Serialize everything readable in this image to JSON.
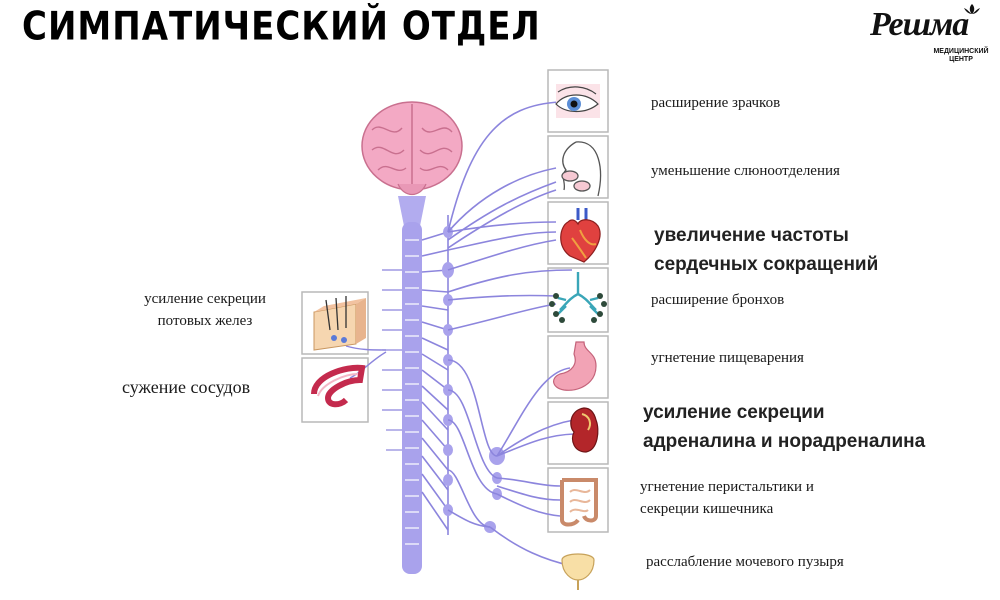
{
  "title": "СИМПАТИЧЕСКИЙ ОТДЕЛ",
  "logo": {
    "name": "Решма",
    "subtitle": "МЕДИЦИНСКИЙ ЦЕНТР"
  },
  "labels": {
    "pupils": "расширение зрачков",
    "saliva": "уменьшение слюноотделения",
    "heart": [
      "увеличение частоты",
      "сердечных сокращений"
    ],
    "bronchi": "расширение бронхов",
    "digestion": "угнетение пищеварения",
    "adrenal": [
      "усиление секреции",
      "адреналина и норадреналина"
    ],
    "intestine": [
      "угнетение перистальтики и",
      "секреции кишечника"
    ],
    "bladder": "расслабление мочевого пузыря",
    "sweat": [
      "усиление секреции",
      "потовых желез"
    ],
    "vessels": "сужение сосудов"
  },
  "icons": {
    "eye": "eye-icon",
    "mouth": "salivary-gland-icon",
    "heart": "heart-icon",
    "lungs": "lungs-icon",
    "stomach": "stomach-icon",
    "kidney": "kidney-icon",
    "intestine": "intestine-icon",
    "bladder": "bladder-icon",
    "skin": "skin-icon",
    "vessel": "blood-vessel-icon",
    "brain": "brain-icon"
  },
  "colors": {
    "nerve": "#8c85dd",
    "cord": "#a9a2ec",
    "brain": "#f3a9c4",
    "frame": "#b9b9b9"
  }
}
